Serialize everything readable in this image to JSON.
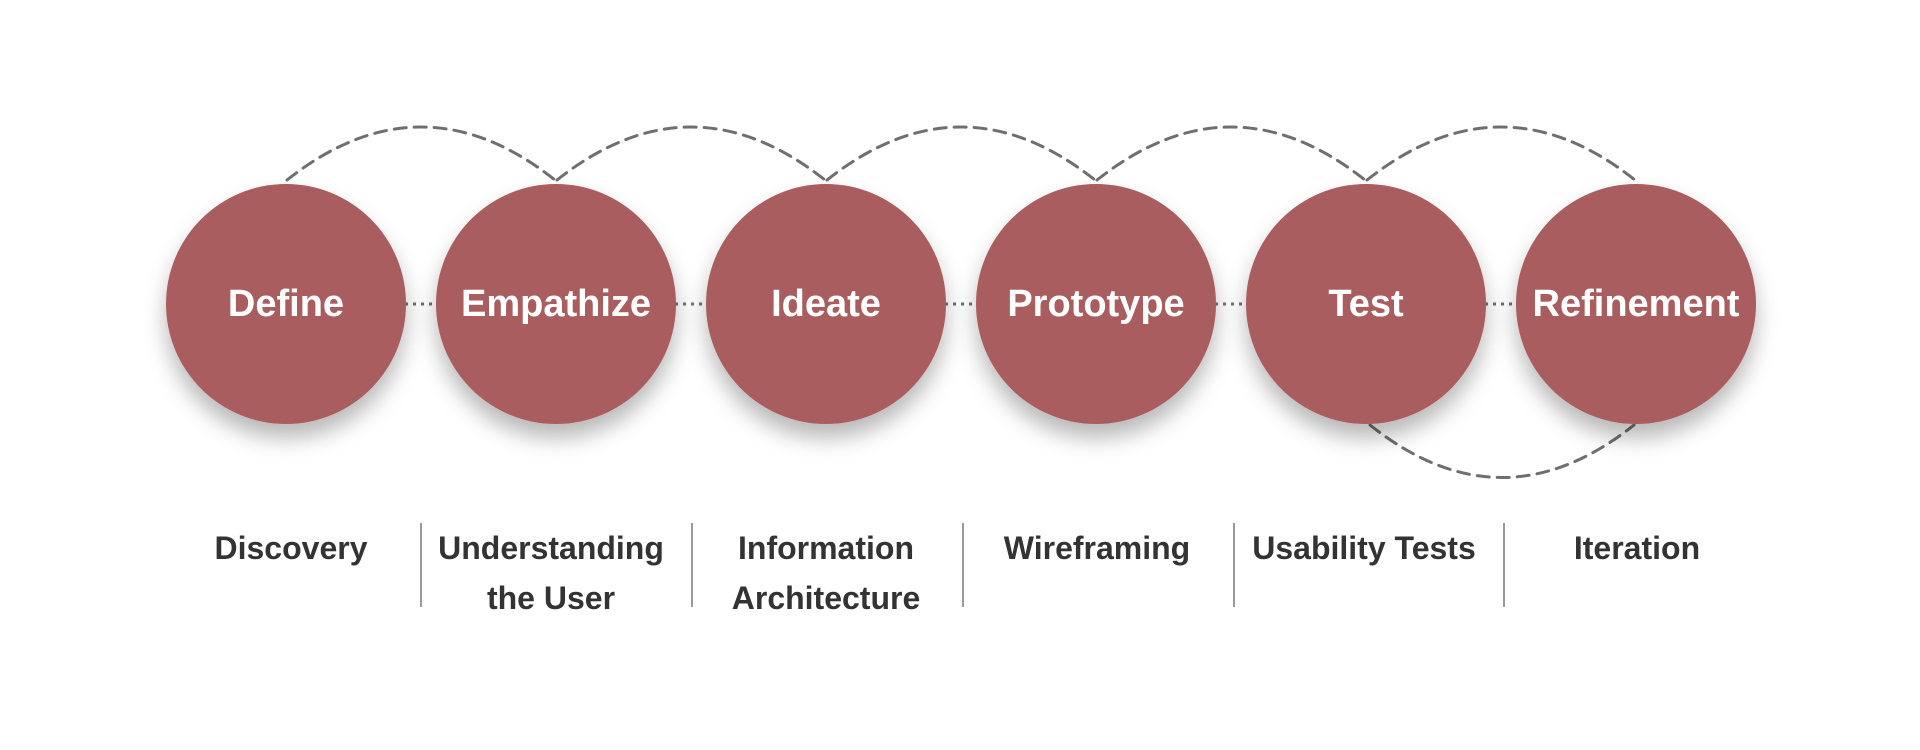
{
  "stages": [
    {
      "label": "Define",
      "activity": [
        "Discovery"
      ]
    },
    {
      "label": "Empathize",
      "activity": [
        "Understanding",
        "the User"
      ]
    },
    {
      "label": "Ideate",
      "activity": [
        "Information",
        "Architecture"
      ]
    },
    {
      "label": "Prototype",
      "activity": [
        "Wireframing"
      ]
    },
    {
      "label": "Test",
      "activity": [
        "Usability Tests"
      ]
    },
    {
      "label": "Refinement",
      "activity": [
        "Iteration"
      ]
    }
  ],
  "colors": {
    "circle": "#aa5d5e",
    "circle_text": "#ffffff",
    "activity_text": "#333333",
    "connector": "#6f6f6f",
    "divider": "#9a9a9a"
  }
}
